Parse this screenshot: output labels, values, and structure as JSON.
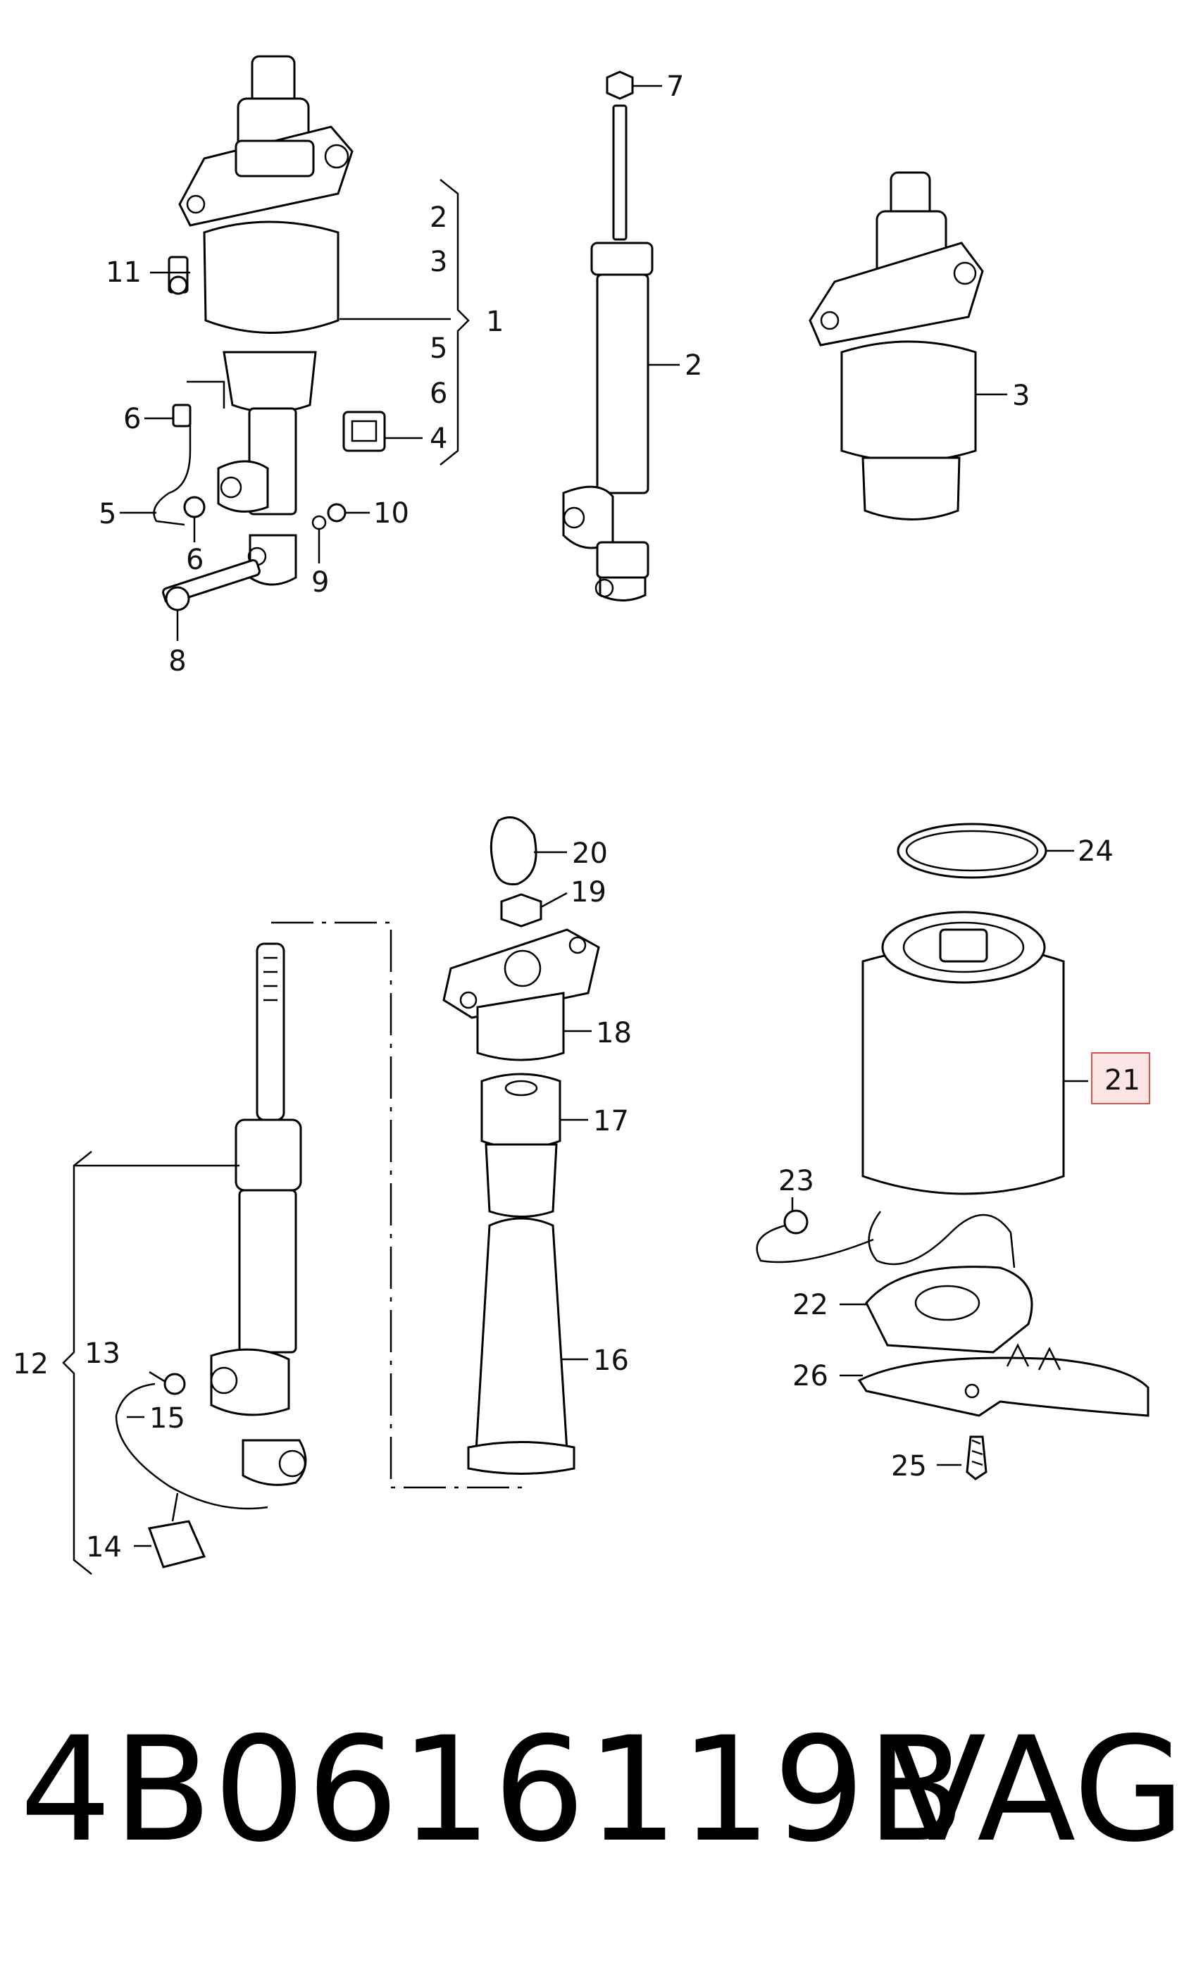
{
  "footer": {
    "part_number": "4B0616119B",
    "brand": "VAG"
  },
  "callouts": {
    "c1": "1",
    "c2a": "2",
    "c3a": "3",
    "c5a": "5",
    "c6a": "6",
    "c4": "4",
    "c2": "2",
    "c3": "3",
    "c5": "5",
    "c6b": "6",
    "c6c": "6",
    "c7": "7",
    "c8": "8",
    "c9": "9",
    "c10": "10",
    "c11": "11",
    "c12": "12",
    "c13": "13",
    "c14": "14",
    "c15": "15",
    "c16": "16",
    "c17": "17",
    "c18": "18",
    "c19": "19",
    "c20": "20",
    "c21": "21",
    "c22": "22",
    "c23": "23",
    "c24": "24",
    "c25": "25",
    "c26": "26"
  },
  "highlight": {
    "callout": "21",
    "color": "#d9534f",
    "fill": "#fbe4e4"
  }
}
